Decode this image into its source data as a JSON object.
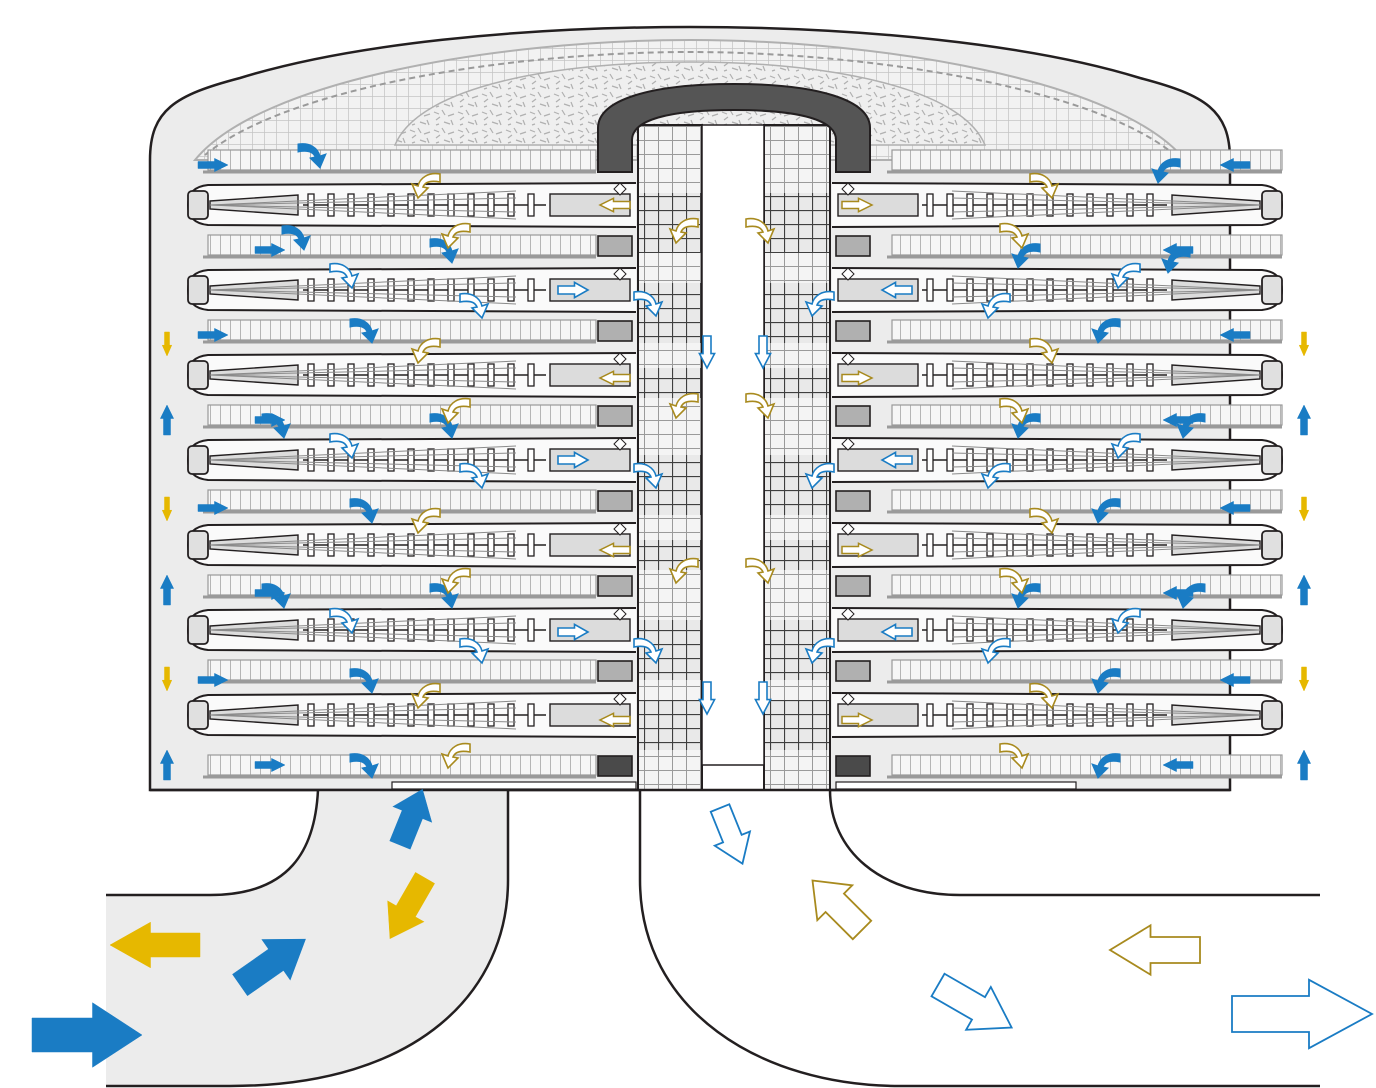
{
  "diagram": {
    "colors": {
      "background": "#ffffff",
      "housing_fill": "#ececec",
      "outline": "#231f20",
      "mesh": "#b8b8b8",
      "mesh_dark": "#4a4a4a",
      "cap": "#505050",
      "raw_flow": "#1a7cc4",
      "return_flow": "#e6b800",
      "return_flow_outline": "#a88a1e"
    },
    "legend": [],
    "flows": {
      "inlet_pipe": "raw-flow-inlet",
      "outlet_pipe": "filtrate-outlet",
      "backflush_pipe": "backflush-return"
    }
  }
}
